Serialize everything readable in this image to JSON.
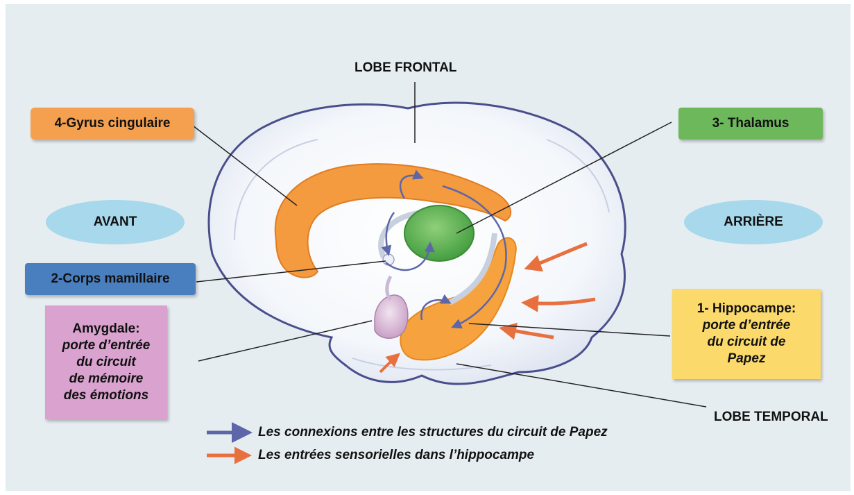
{
  "labels": {
    "lobe_frontal": "LOBE FRONTAL",
    "lobe_temporal": "LOBE TEMPORAL",
    "avant": "AVANT",
    "arriere": "ARRIÈRE"
  },
  "boxes": {
    "gyrus": "4-Gyrus cingulaire",
    "thalamus": "3- Thalamus",
    "corps_mamillaire": "2-Corps mamillaire",
    "hippocampe_title": "1- Hippocampe:",
    "hippocampe_sub": [
      "porte d’entrée",
      "du circuit de",
      "Papez"
    ],
    "amygdale_title": "Amygdale:",
    "amygdale_sub": [
      "porte d’entrée",
      "du circuit",
      "de mémoire",
      "des émotions"
    ]
  },
  "legend": {
    "connections": "Les connexions entre les structures du circuit de Papez",
    "sensory": "Les entrées sensorielles dans l’hippocampe"
  },
  "colors": {
    "background": "#e6edf1",
    "orange_box": "#f5a04e",
    "green_box": "#6db85a",
    "blue_box": "#4a7fbf",
    "pink_box": "#d9a2cf",
    "yellow_box": "#fbd96a",
    "ellipse": "#a8d8ec",
    "connection_arrow": "#5c66a8",
    "sensory_arrow": "#e8703f"
  }
}
